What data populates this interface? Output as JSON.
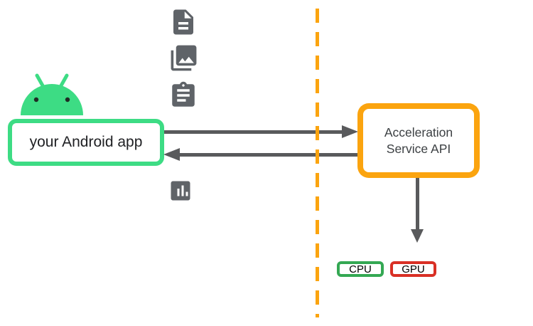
{
  "colors": {
    "android_green": "#3DDC84",
    "orange": "#FBA40F",
    "icon_gray": "#5F6368",
    "arrow_gray": "#595A5C",
    "cpu_green": "#34A853",
    "gpu_red": "#D93025",
    "text_dark": "#202124",
    "box_text": "#3C4043",
    "robot_eye": "#1F2B24"
  },
  "nodes": {
    "android_app": {
      "label": "your Android app"
    },
    "acceleration_service": {
      "lines": [
        "Acceleration",
        "Service API"
      ]
    },
    "cpu": {
      "label": "CPU"
    },
    "gpu": {
      "label": "GPU"
    }
  },
  "icons": [
    "android-robot-icon",
    "document-icon",
    "photo-library-icon",
    "clipboard-icon",
    "bar-chart-icon"
  ]
}
